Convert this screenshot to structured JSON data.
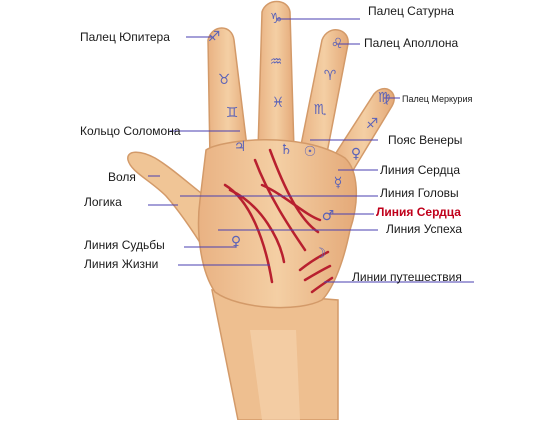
{
  "colors": {
    "skin": "#f2c79a",
    "skin_shadow": "#e3a877",
    "skin_dark": "#c98a5c",
    "palm_lines": "#b8202f",
    "pointer_lines": "#4a3fb0",
    "symbols": "#5a62b8",
    "label_text": "#1a1a1a",
    "highlight_text": "#c0001b"
  },
  "labels": {
    "finger_saturn": "Палец Сатурна",
    "finger_jupiter": "Палец Юпитера",
    "finger_apollo": "Палец Аполлона",
    "finger_mercury": "Палец Меркурия",
    "ring_of_solomon": "Кольцо Соломона",
    "girdle_of_venus": "Пояс Венеры",
    "heart_line_1": "Линия Сердца",
    "will": "Воля",
    "head_line": "Линия Головы",
    "logic": "Логика",
    "heart_line_2": "Линия Сердца",
    "success_line": "Линия Успеха",
    "fate_line": "Линия Судьбы",
    "life_line": "Линия Жизни",
    "travel_lines": "Линии путешествия"
  },
  "symbols": {
    "saturn_tip": "♑",
    "saturn_mid": "♒",
    "saturn_base": "♓",
    "jupiter_tip": "♐",
    "jupiter_mid": "♉",
    "jupiter_base": "♊",
    "apollo_tip": "♌",
    "apollo_mid": "♈",
    "apollo_base": "♏",
    "mercury_tip": "♍",
    "mercury_mid": "♐",
    "mercury_base": "♀",
    "mount_jupiter": "♃",
    "mount_saturn": "♄",
    "mount_apollo": "☉",
    "mount_mercury": "☿",
    "mount_mars": "♂",
    "mount_venus": "♀",
    "mount_moon": "☽"
  }
}
